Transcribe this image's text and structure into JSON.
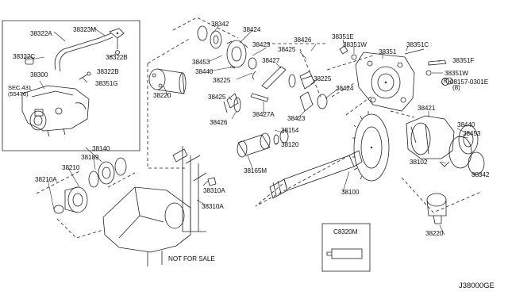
{
  "labels": {
    "p38322A": "38322A",
    "p38323M": "38323M",
    "p38322C": "38322C",
    "p38322B_top": "38322B",
    "p38322B_mid": "38322B",
    "p38300": "38300",
    "p38351G": "38351G",
    "sec431_a": "SEC.431",
    "sec431_b": "(55476)",
    "p38342_top": "38342",
    "p38424_top": "38424",
    "p38423_top": "38423",
    "p38453_top": "38453",
    "p38440_top": "38440",
    "p38220_top": "38220",
    "p38225_a": "38225",
    "p38427": "38427",
    "p38427A": "38427A",
    "p38426_top": "38426",
    "p38425_top": "38425",
    "p38225_b": "38225",
    "p38424_mid": "38424",
    "p38425_mid": "38425",
    "p38426_mid": "38426",
    "p38423_mid": "38423",
    "p38351E": "38351E",
    "p38351W_top": "38351W",
    "p38351C": "38351C",
    "p38351": "38351",
    "p38351F": "38351F",
    "p38351W_mid": "38351W",
    "p08157": "08157-0301E",
    "p08157_qty": "(8)",
    "p08157_prefix": "B",
    "p38421": "38421",
    "p38440_right": "38440",
    "p38453_right": "38453",
    "p38102": "38102",
    "p38342_right": "38342",
    "p38220_right": "38220",
    "p38154": "38154",
    "p38120": "38120",
    "p38165M": "38165M",
    "p38100": "38100",
    "p38140": "38140",
    "p38189": "38189",
    "p38210": "38210",
    "p38210A": "38210A",
    "p38310A_a": "38310A",
    "p38310A_b": "38310A",
    "not_for_sale": "NOT FOR SALE",
    "p38320M": "C8320M"
  },
  "diagram_code": "J38000GE"
}
